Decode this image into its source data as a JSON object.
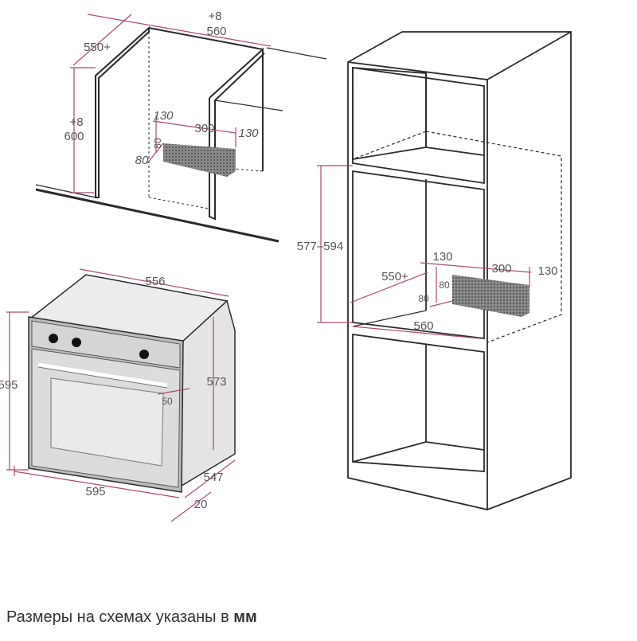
{
  "colors": {
    "line": "#2b2b2b",
    "dimension": "#a94a72",
    "label": "#555555",
    "oven_fill": "#dcdcdc",
    "oven_frame": "#bdbdbd",
    "vent_fill": "#7a7a7a"
  },
  "under_counter": {
    "depth": "550+",
    "width_tolerance": "+8",
    "width": "560",
    "height_tolerance": "+8",
    "height": "600",
    "vent_left": "130",
    "vent_width": "300",
    "vent_right": "130",
    "vent_height": "80",
    "vent_depth": "80"
  },
  "oven": {
    "top_depth": "556",
    "height": "595",
    "body_height": "573",
    "front_width": "595",
    "body_depth": "547",
    "front_thickness": "20",
    "handle_offset": "50"
  },
  "column": {
    "niche_height": "577–594",
    "depth": "550+",
    "width": "560",
    "vent_left": "130",
    "vent_width": "300",
    "vent_right": "130",
    "vent_height": "80",
    "vent_depth": "80"
  },
  "caption": {
    "text": "Размеры на схемах указаны в ",
    "unit": "мм"
  }
}
